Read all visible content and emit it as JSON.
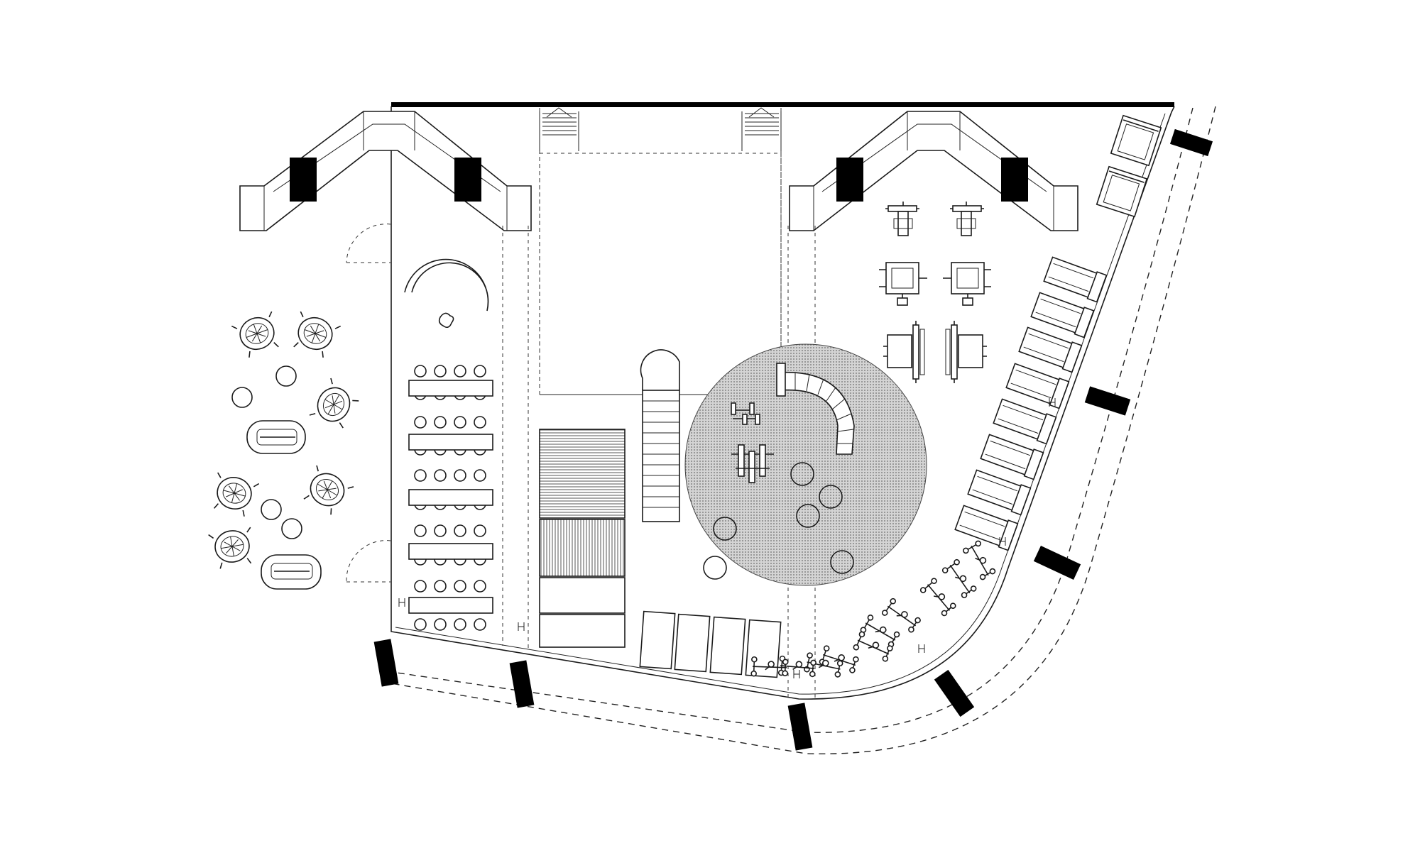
{
  "colors": {
    "background": "#ffffff",
    "line": "#1a1a1a",
    "wall": "#000000",
    "dot_fill": "#d4d4d4",
    "dot_ink": "#6e6e6e"
  },
  "icons": [
    "column",
    "door-swing",
    "stair",
    "slide",
    "treadmill",
    "exercise-bike",
    "weight-machine",
    "dumbbell",
    "lounge-chair",
    "coffee-table",
    "stool",
    "sofa",
    "planter",
    "mat",
    "sauna-bench"
  ],
  "labels": []
}
